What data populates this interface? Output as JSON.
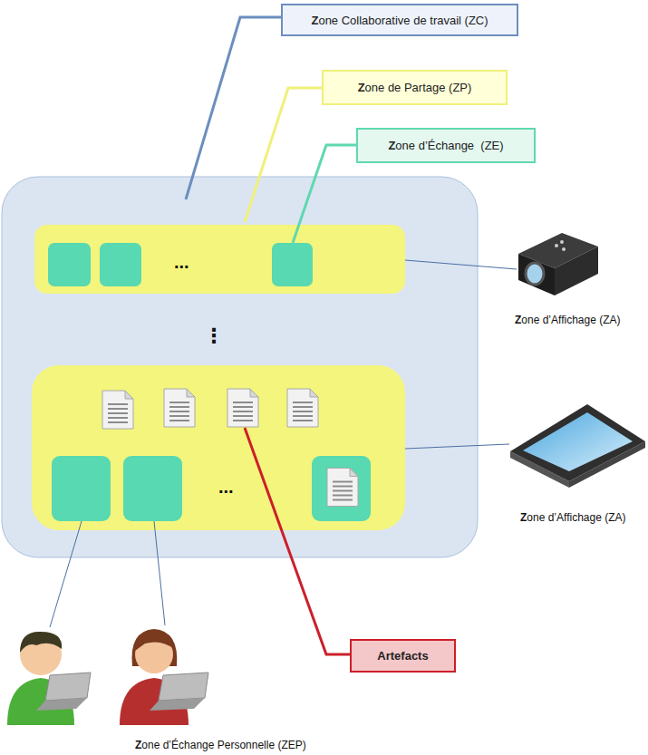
{
  "diagram": {
    "nodes": [
      {
        "text": [
          "Zone Collaborative de travail (ZC)"
        ]
      },
      {
        "text": [
          "Zone de Partage (ZP)"
        ]
      },
      {
        "text": [
          "Zone d’Échange  (ZE)"
        ]
      },
      {
        "text": [
          "Artefacts"
        ]
      }
    ],
    "labels": [
      "...",
      "Zone d’Affichage (ZA)",
      "⋮",
      "...",
      "Zone d’Affichage (ZA)",
      "Zone d’Échange Personnelle (ZEP)"
    ]
  }
}
